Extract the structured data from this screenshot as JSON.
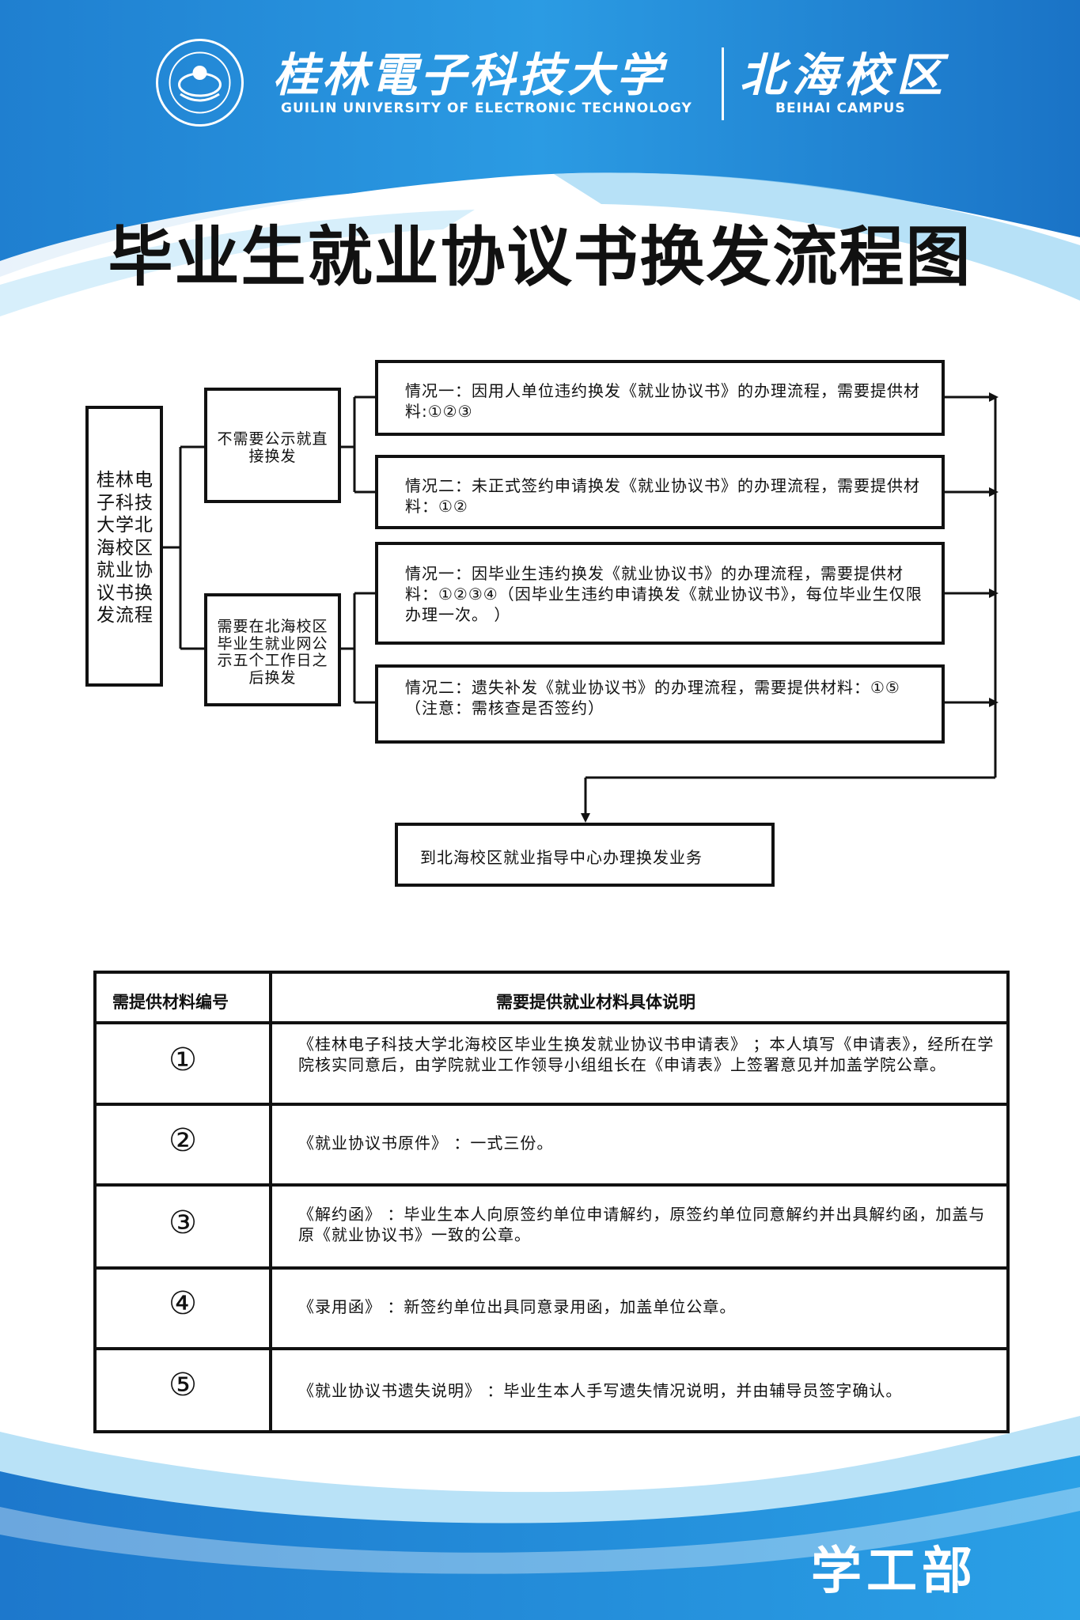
{
  "header": {
    "university_cn": "桂林電子科技大学",
    "university_en": "GUILIN UNIVERSITY OF ELECTRONIC TECHNOLOGY",
    "campus_cn": "北海校区",
    "campus_en": "BEIHAI CAMPUS",
    "logo_icon": "university-seal-icon"
  },
  "title": "毕业生就业协议书换发流程图",
  "flow": {
    "root": "桂林电子科技大学北海校区就业协议书换发流程",
    "branch_no_notice": "不需要公示就直接换发",
    "branch_notice": "需要在北海校区毕业生就业网公示五个工作日之后换发",
    "case_1a": "情况一：因用人单位违约换发《就业协议书》的办理流程，需要提供材料:①②③",
    "case_1b": "情况二：未正式签约申请换发《就业协议书》的办理流程，需要提供材料：①②",
    "case_2a": "情况一：因毕业生违约换发《就业协议书》的办理流程，需要提供材料：①②③④（因毕业生违约申请换发《就业协议书》，每位毕业生仅限办理一次。 ）",
    "case_2b_line1": "情况二：遗失补发《就业协议书》的办理流程，需要提供材料：①⑤",
    "case_2b_line2": "（注意：需核查是否签约）",
    "final": "到北海校区就业指导中心办理换发业务"
  },
  "table": {
    "header_num": "需提供材料编号",
    "header_desc": "需要提供就业材料具体说明",
    "rows": [
      {
        "num": "①",
        "desc": "《桂林电子科技大学北海校区毕业生换发就业协议书申请表》 ；本人填写《申请表》，经所在学院核实同意后，由学院就业工作领导小组组长在《申请表》上签署意见并加盖学院公章。"
      },
      {
        "num": "②",
        "desc": "《就业协议书原件》 ：一式三份。"
      },
      {
        "num": "③",
        "desc": "《解约函》 ：毕业生本人向原签约单位申请解约，原签约单位同意解约并出具解约函，加盖与原《就业协议书》一致的公章。"
      },
      {
        "num": "④",
        "desc": "《录用函》 ：新签约单位出具同意录用函，加盖单位公章。"
      },
      {
        "num": "⑤",
        "desc": "《就业协议书遗失说明》 ：毕业生本人手写遗失情况说明，并由辅导员签字确认。"
      }
    ]
  },
  "footer": {
    "department": "学工部"
  },
  "colors": {
    "brand_blue": "#1a86d6",
    "light_blue": "#8fd0f2",
    "line": "#111111"
  }
}
